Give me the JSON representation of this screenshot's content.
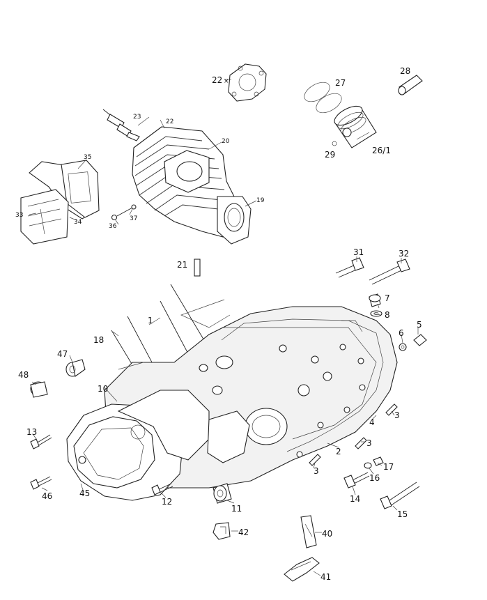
{
  "diagram": {
    "callouts": [
      {
        "id": "c22x",
        "text": "22"
      },
      {
        "id": "c27",
        "text": "27"
      },
      {
        "id": "c28",
        "text": "28"
      },
      {
        "id": "c23",
        "text": "23"
      },
      {
        "id": "c22",
        "text": "22"
      },
      {
        "id": "c20",
        "text": "20"
      },
      {
        "id": "c35",
        "text": "35"
      },
      {
        "id": "c29",
        "text": "29"
      },
      {
        "id": "c261",
        "text": "26/1"
      },
      {
        "id": "c19",
        "text": "19"
      },
      {
        "id": "c33",
        "text": "33"
      },
      {
        "id": "c34",
        "text": "34"
      },
      {
        "id": "c36",
        "text": "36"
      },
      {
        "id": "c37",
        "text": "37"
      },
      {
        "id": "c31",
        "text": "31"
      },
      {
        "id": "c32",
        "text": "32"
      },
      {
        "id": "c21",
        "text": "21"
      },
      {
        "id": "c7",
        "text": "7"
      },
      {
        "id": "c8",
        "text": "8"
      },
      {
        "id": "c1",
        "text": "1"
      },
      {
        "id": "c6",
        "text": "6"
      },
      {
        "id": "c5",
        "text": "5"
      },
      {
        "id": "c18",
        "text": "18"
      },
      {
        "id": "c47",
        "text": "47"
      },
      {
        "id": "c48",
        "text": "48"
      },
      {
        "id": "c10",
        "text": "10"
      },
      {
        "id": "c3a",
        "text": "3"
      },
      {
        "id": "c4",
        "text": "4"
      },
      {
        "id": "c3b",
        "text": "3"
      },
      {
        "id": "c2",
        "text": "2"
      },
      {
        "id": "c13",
        "text": "13"
      },
      {
        "id": "c17",
        "text": "17"
      },
      {
        "id": "c3c",
        "text": "3"
      },
      {
        "id": "c16",
        "text": "16"
      },
      {
        "id": "c46",
        "text": "46"
      },
      {
        "id": "c45",
        "text": "45"
      },
      {
        "id": "c12",
        "text": "12"
      },
      {
        "id": "c14",
        "text": "14"
      },
      {
        "id": "c11",
        "text": "11"
      },
      {
        "id": "c15",
        "text": "15"
      },
      {
        "id": "c42",
        "text": "42"
      },
      {
        "id": "c40",
        "text": "40"
      },
      {
        "id": "c41",
        "text": "41"
      }
    ],
    "x_mark": "×"
  }
}
